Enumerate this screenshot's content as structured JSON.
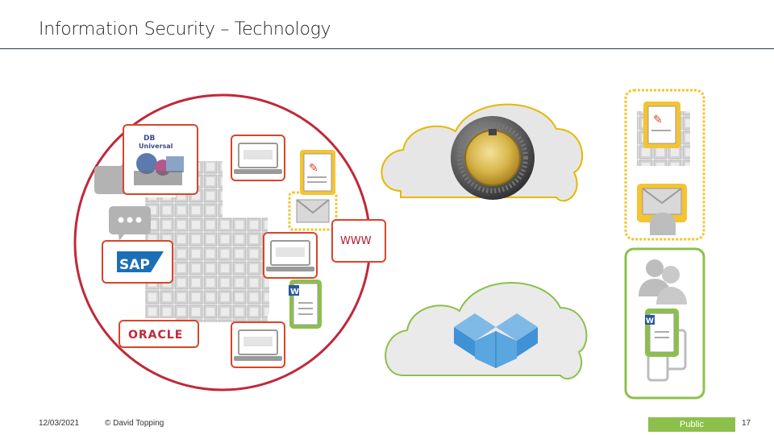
{
  "slide": {
    "title": "Information Security – Technology",
    "date": "12/03/2021",
    "author": "© David Topping",
    "classification": "Public",
    "page_number": "17"
  },
  "diagram": {
    "www_label": "WWW",
    "logos": {
      "db": "DB Universal",
      "sap": "SAP",
      "oracle": "ORACLE"
    },
    "colors": {
      "network_ring": "#c0283a",
      "server_grid": "#c9c9c9",
      "cloud_secure": "#e6b800",
      "cloud_storage": "#8cc04b",
      "highlight_yellow": "#f4c431",
      "highlight_green": "#8cc04b",
      "device_red": "#d9442a"
    }
  }
}
